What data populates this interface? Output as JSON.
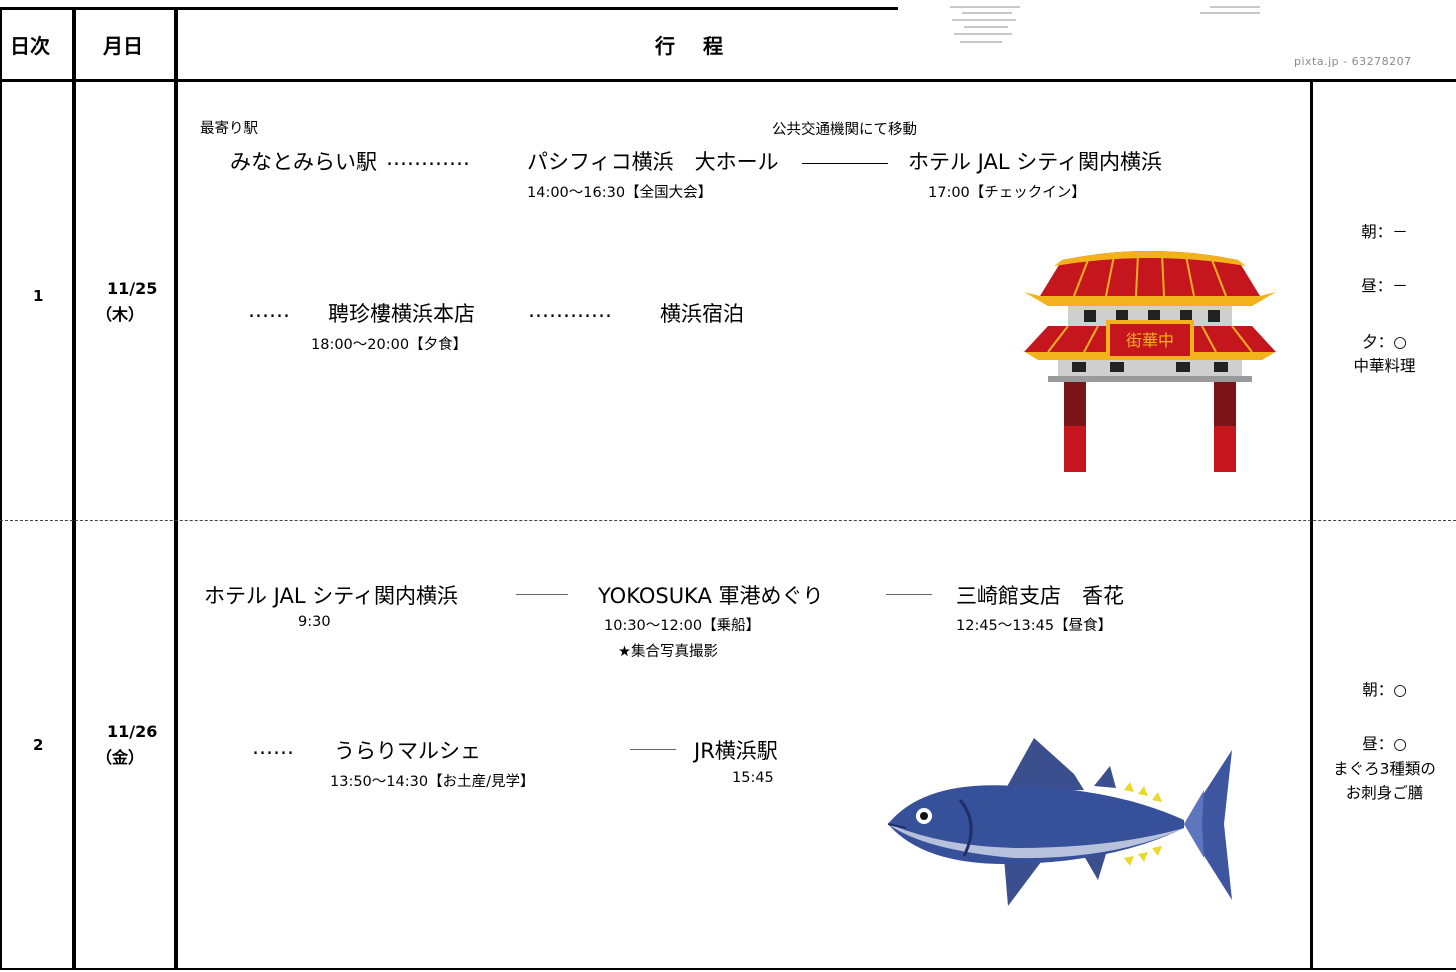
{
  "header": {
    "day_col": "日次",
    "date_col": "月日",
    "itinerary_col": "行　程",
    "watermark": "pixta.jp - 63278207"
  },
  "days": [
    {
      "day": "1",
      "date": "11/25",
      "weekday": "（木）",
      "route_row1": {
        "note_start": "最寄り駅",
        "station": "みなとみらい駅",
        "dots1": "…………",
        "venue": "パシフィコ横浜　大ホール",
        "venue_time": "14:00～16:30【全国大会】",
        "transport_note": "公共交通機関にて移動",
        "hotel": "ホテル JAL シティ関内横浜",
        "hotel_time": "17:00【チェックイン】"
      },
      "route_row2": {
        "dots1": "‥‥‥",
        "restaurant": "聘珍樓横浜本店",
        "restaurant_time": "18:00～20:00【夕食】",
        "dots2": "…………",
        "stay": "横浜宿泊"
      },
      "meals": {
        "breakfast": "朝：－",
        "lunch": "昼：－",
        "dinner": "夕：○",
        "dinner_note": "中華料理"
      },
      "gate_sign": "街華中"
    },
    {
      "day": "2",
      "date": "11/26",
      "weekday": "（金）",
      "route_row1": {
        "hotel": "ホテル JAL シティ関内横浜",
        "hotel_time": "9:30",
        "cruise": "YOKOSUKA 軍港めぐり",
        "cruise_time": "10:30～12:00【乗船】",
        "cruise_note": "★集合写真撮影",
        "lunch_place": "三崎館支店　香花",
        "lunch_time": "12:45～13:45【昼食】"
      },
      "route_row2": {
        "dots1": "‥‥‥",
        "market": "うらりマルシェ",
        "market_time": "13:50～14:30【お土産/見学】",
        "station": "JR横浜駅",
        "station_time": "15:45"
      },
      "meals": {
        "breakfast": "朝：○",
        "lunch": "昼：○",
        "lunch_note1": "まぐろ3種類の",
        "lunch_note2": "お刺身ご膳"
      }
    }
  ]
}
